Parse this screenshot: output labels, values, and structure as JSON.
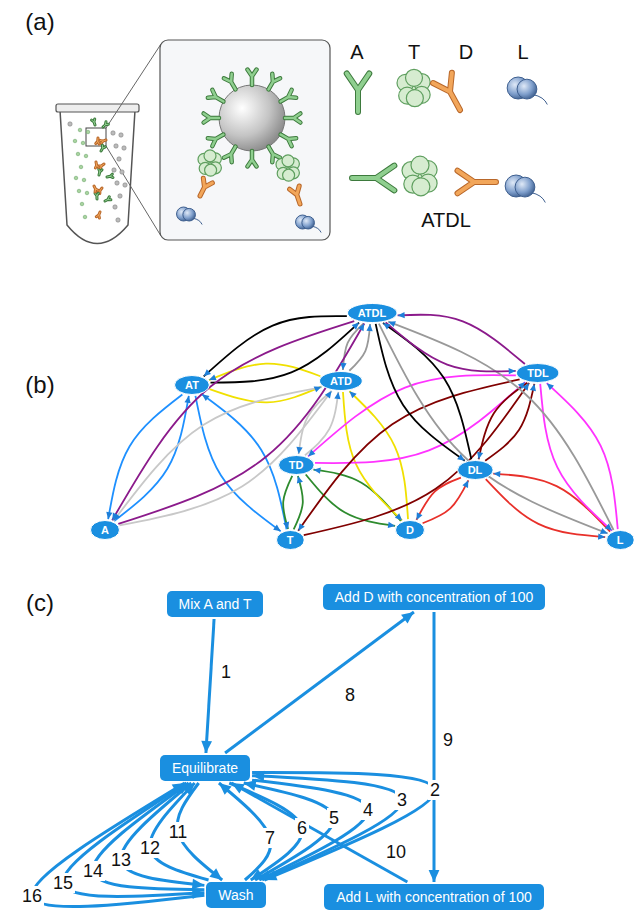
{
  "diagram": {
    "nodes": [
      {
        "text": [
          "ATDL"
        ]
      },
      {
        "text": [
          "AT"
        ]
      },
      {
        "text": [
          "ATD"
        ]
      },
      {
        "text": [
          "TDL"
        ]
      },
      {
        "text": [
          "TD"
        ]
      },
      {
        "text": [
          "DL"
        ]
      },
      {
        "text": [
          "A"
        ]
      },
      {
        "text": [
          "T"
        ]
      },
      {
        "text": [
          "D"
        ]
      },
      {
        "text": [
          "L"
        ]
      },
      {
        "text": [
          "Mix A and T"
        ]
      },
      {
        "text": [
          "Add D with concentration of 100"
        ]
      },
      {
        "text": [
          "Equilibrate"
        ]
      },
      {
        "text": [
          "Wash"
        ]
      },
      {
        "text": [
          "Add L with concentration of 100"
        ]
      }
    ],
    "edges": [
      {
        "from": 6,
        "to": 1,
        "arrow": "to"
      },
      {
        "from": 1,
        "to": 6,
        "arrow": "to"
      },
      {
        "from": 7,
        "to": 1,
        "arrow": "to"
      },
      {
        "from": 1,
        "to": 7,
        "arrow": "to"
      },
      {
        "from": 7,
        "to": 4,
        "arrow": "to"
      },
      {
        "from": 4,
        "to": 7,
        "arrow": "to"
      },
      {
        "from": 8,
        "to": 4,
        "arrow": "to"
      },
      {
        "from": 4,
        "to": 8,
        "arrow": "to"
      },
      {
        "from": 8,
        "to": 5,
        "arrow": "to"
      },
      {
        "from": 5,
        "to": 8,
        "arrow": "to"
      },
      {
        "from": 9,
        "to": 5,
        "arrow": "to"
      },
      {
        "from": 5,
        "to": 9,
        "arrow": "to"
      },
      {
        "from": 1,
        "to": 2,
        "arrow": "to"
      },
      {
        "from": 2,
        "to": 1,
        "arrow": "to"
      },
      {
        "from": 8,
        "to": 2,
        "arrow": "to"
      },
      {
        "from": 2,
        "to": 8,
        "arrow": "to"
      },
      {
        "from": 6,
        "to": 2,
        "arrow": "to"
      },
      {
        "from": 2,
        "to": 6,
        "arrow": "to"
      },
      {
        "from": 4,
        "to": 2,
        "arrow": "to"
      },
      {
        "from": 2,
        "to": 4,
        "arrow": "to"
      },
      {
        "from": 4,
        "to": 3,
        "arrow": "to"
      },
      {
        "from": 3,
        "to": 4,
        "arrow": "to"
      },
      {
        "from": 9,
        "to": 3,
        "arrow": "to"
      },
      {
        "from": 3,
        "to": 9,
        "arrow": "to"
      },
      {
        "from": 7,
        "to": 3,
        "arrow": "to"
      },
      {
        "from": 3,
        "to": 7,
        "arrow": "to"
      },
      {
        "from": 5,
        "to": 3,
        "arrow": "to"
      },
      {
        "from": 3,
        "to": 5,
        "arrow": "to"
      },
      {
        "from": 1,
        "to": 0,
        "arrow": "to"
      },
      {
        "from": 0,
        "to": 1,
        "arrow": "to"
      },
      {
        "from": 5,
        "to": 0,
        "arrow": "to"
      },
      {
        "from": 0,
        "to": 5,
        "arrow": "to"
      },
      {
        "from": 2,
        "to": 0,
        "arrow": "to"
      },
      {
        "from": 0,
        "to": 2,
        "arrow": "to"
      },
      {
        "from": 9,
        "to": 0,
        "arrow": "to"
      },
      {
        "from": 0,
        "to": 9,
        "arrow": "to"
      },
      {
        "from": 6,
        "to": 0,
        "arrow": "to"
      },
      {
        "from": 0,
        "to": 6,
        "arrow": "to"
      },
      {
        "from": 3,
        "to": 0,
        "arrow": "to"
      },
      {
        "from": 0,
        "to": 3,
        "arrow": "to"
      },
      {
        "from": 10,
        "to": 12,
        "arrow": "to",
        "label": "1"
      },
      {
        "from": 12,
        "to": 13,
        "arrow": "to",
        "label": "2"
      },
      {
        "from": 13,
        "to": 12,
        "arrow": "to",
        "label": "3"
      },
      {
        "from": 12,
        "to": 13,
        "arrow": "to",
        "label": "4"
      },
      {
        "from": 13,
        "to": 12,
        "arrow": "to",
        "label": "5"
      },
      {
        "from": 12,
        "to": 13,
        "arrow": "to",
        "label": "6"
      },
      {
        "from": 13,
        "to": 12,
        "arrow": "to",
        "label": "7"
      },
      {
        "from": 12,
        "to": 11,
        "arrow": "to",
        "label": "8"
      },
      {
        "from": 11,
        "to": 14,
        "arrow": "to",
        "label": "9"
      },
      {
        "from": 14,
        "to": 12,
        "arrow": "to",
        "label": "10"
      },
      {
        "from": 12,
        "to": 13,
        "arrow": "to",
        "label": "11"
      },
      {
        "from": 13,
        "to": 12,
        "arrow": "to",
        "label": "12"
      },
      {
        "from": 12,
        "to": 13,
        "arrow": "to",
        "label": "13"
      },
      {
        "from": 13,
        "to": 12,
        "arrow": "to",
        "label": "14"
      },
      {
        "from": 12,
        "to": 13,
        "arrow": "to",
        "label": "15"
      },
      {
        "from": 13,
        "to": 12,
        "arrow": "to",
        "label": "16"
      }
    ],
    "labels": [
      "(a)",
      "A",
      "T",
      "D",
      "L",
      "ATDL",
      "(b)",
      "(c)"
    ]
  }
}
